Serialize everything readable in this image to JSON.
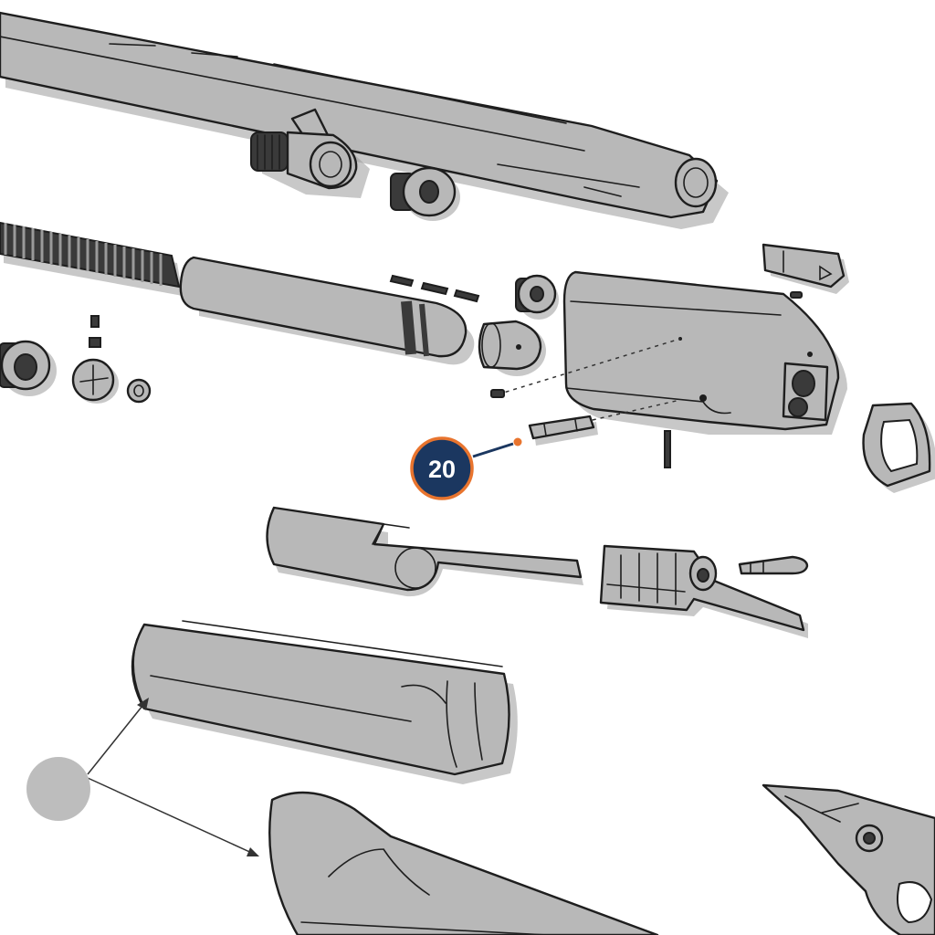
{
  "diagram": {
    "type": "exploded-parts-view",
    "colors": {
      "part_fill": "#b8b8b8",
      "outline": "#1e1e1e",
      "callout_fill": "#1b3760",
      "callout_ring": "#e8742e",
      "hub_circle": "#bdbdbd"
    },
    "callout": {
      "label": "20",
      "target": "pin"
    }
  }
}
